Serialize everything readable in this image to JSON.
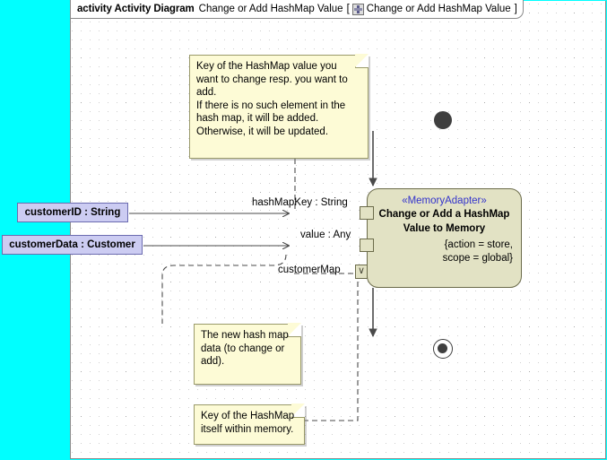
{
  "frame": {
    "keyword": "activity Activity Diagram",
    "name": "Change or Add HashMap Value",
    "bracket_open": "[",
    "bracket_close": "]",
    "param_icon": "activity-parameter-icon",
    "param_name": "Change or Add HashMap Value"
  },
  "canvas": {
    "backdrop_color": "#00ffff",
    "frame_background": "#ffffff",
    "grid": "dotted"
  },
  "notes": [
    {
      "id": "note-top",
      "name": "note-hashmap-key-description",
      "lines": [
        "Key of the HashMap value you",
        "want to change resp. you want to",
        "add.",
        "If there is no such element in the",
        "hash map, it will be added.",
        "Otherwise, it will be updated."
      ],
      "fill": "#fdfbd6",
      "border": "#9a9a6a"
    },
    {
      "id": "note-mid",
      "name": "note-new-hash-map-data",
      "lines": [
        "The new hash map",
        "data (to change or",
        "add)."
      ],
      "fill": "#fdfbd6",
      "border": "#9a9a6a"
    },
    {
      "id": "note-bot",
      "name": "note-hashmap-key-in-memory",
      "lines": [
        "Key of the HashMap",
        "itself within memory."
      ],
      "fill": "#fdfbd6",
      "border": "#9a9a6a"
    }
  ],
  "parameter_nodes": [
    {
      "id": "param-customerid",
      "label": "customerID : String",
      "fill": "#ccccf2",
      "border": "#6b6bb0"
    },
    {
      "id": "param-customerdata",
      "label": "customerData : Customer",
      "fill": "#ccccf2",
      "border": "#6b6bb0"
    }
  ],
  "action": {
    "stereotype": "«MemoryAdapter»",
    "stereotype_color": "#3333cc",
    "title_line1": "Change or Add a HashMap",
    "title_line2": "Value to Memory",
    "props_line1": "{action = store,",
    "props_line2": "scope = global}",
    "fill": "#e2e2c4",
    "border": "#6b6b4a"
  },
  "pins": [
    {
      "id": "pin-hashmapkey",
      "label": "hashMapKey : String",
      "glyph": ""
    },
    {
      "id": "pin-value",
      "label": "value : Any",
      "glyph": ""
    },
    {
      "id": "pin-customermap",
      "label": "customerMap",
      "glyph": "∨"
    }
  ],
  "control_nodes": {
    "initial": "initial-node",
    "final": "activity-final-node"
  }
}
